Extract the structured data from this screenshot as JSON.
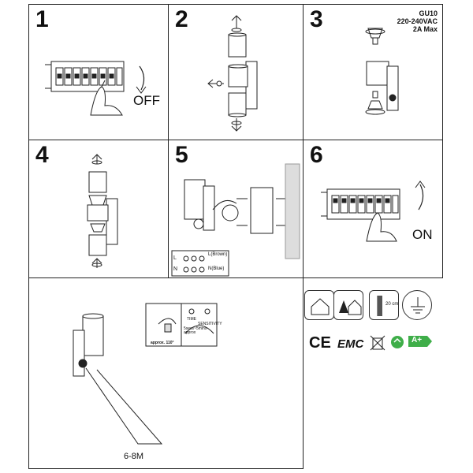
{
  "steps": [
    {
      "number": "1",
      "label": "OFF"
    },
    {
      "number": "2"
    },
    {
      "number": "3",
      "spec": {
        "bulb": "GU10",
        "voltage": "220-240VAC",
        "current": "2A Max"
      }
    },
    {
      "number": "4"
    },
    {
      "number": "5",
      "wiring": {
        "l_label": "L(Brown)",
        "n_label": "N(Blue)",
        "n": "N",
        "l": "L"
      }
    },
    {
      "number": "6",
      "label": "ON"
    }
  ],
  "sensor": {
    "range_label": "6-8M",
    "angle_label": "approx. 110°",
    "time_label": "TIME",
    "sensitivity_label": "SENSITIVITY",
    "time_values": "5secs~5mins",
    "small_note": "approx"
  },
  "symbols": {
    "indoor_icon": "indoor-house-icon",
    "outdoor_icon": "outdoor-house-tree-icon",
    "distance_icon": "distance-20cm-icon",
    "distance_label": "20 cm",
    "earth_icon": "earth-ground-icon"
  },
  "certifications": {
    "ce": "CE",
    "emc": "EMC",
    "energy_class": "A+"
  },
  "colors": {
    "line": "#222222",
    "energy_green": "#3fae49"
  }
}
